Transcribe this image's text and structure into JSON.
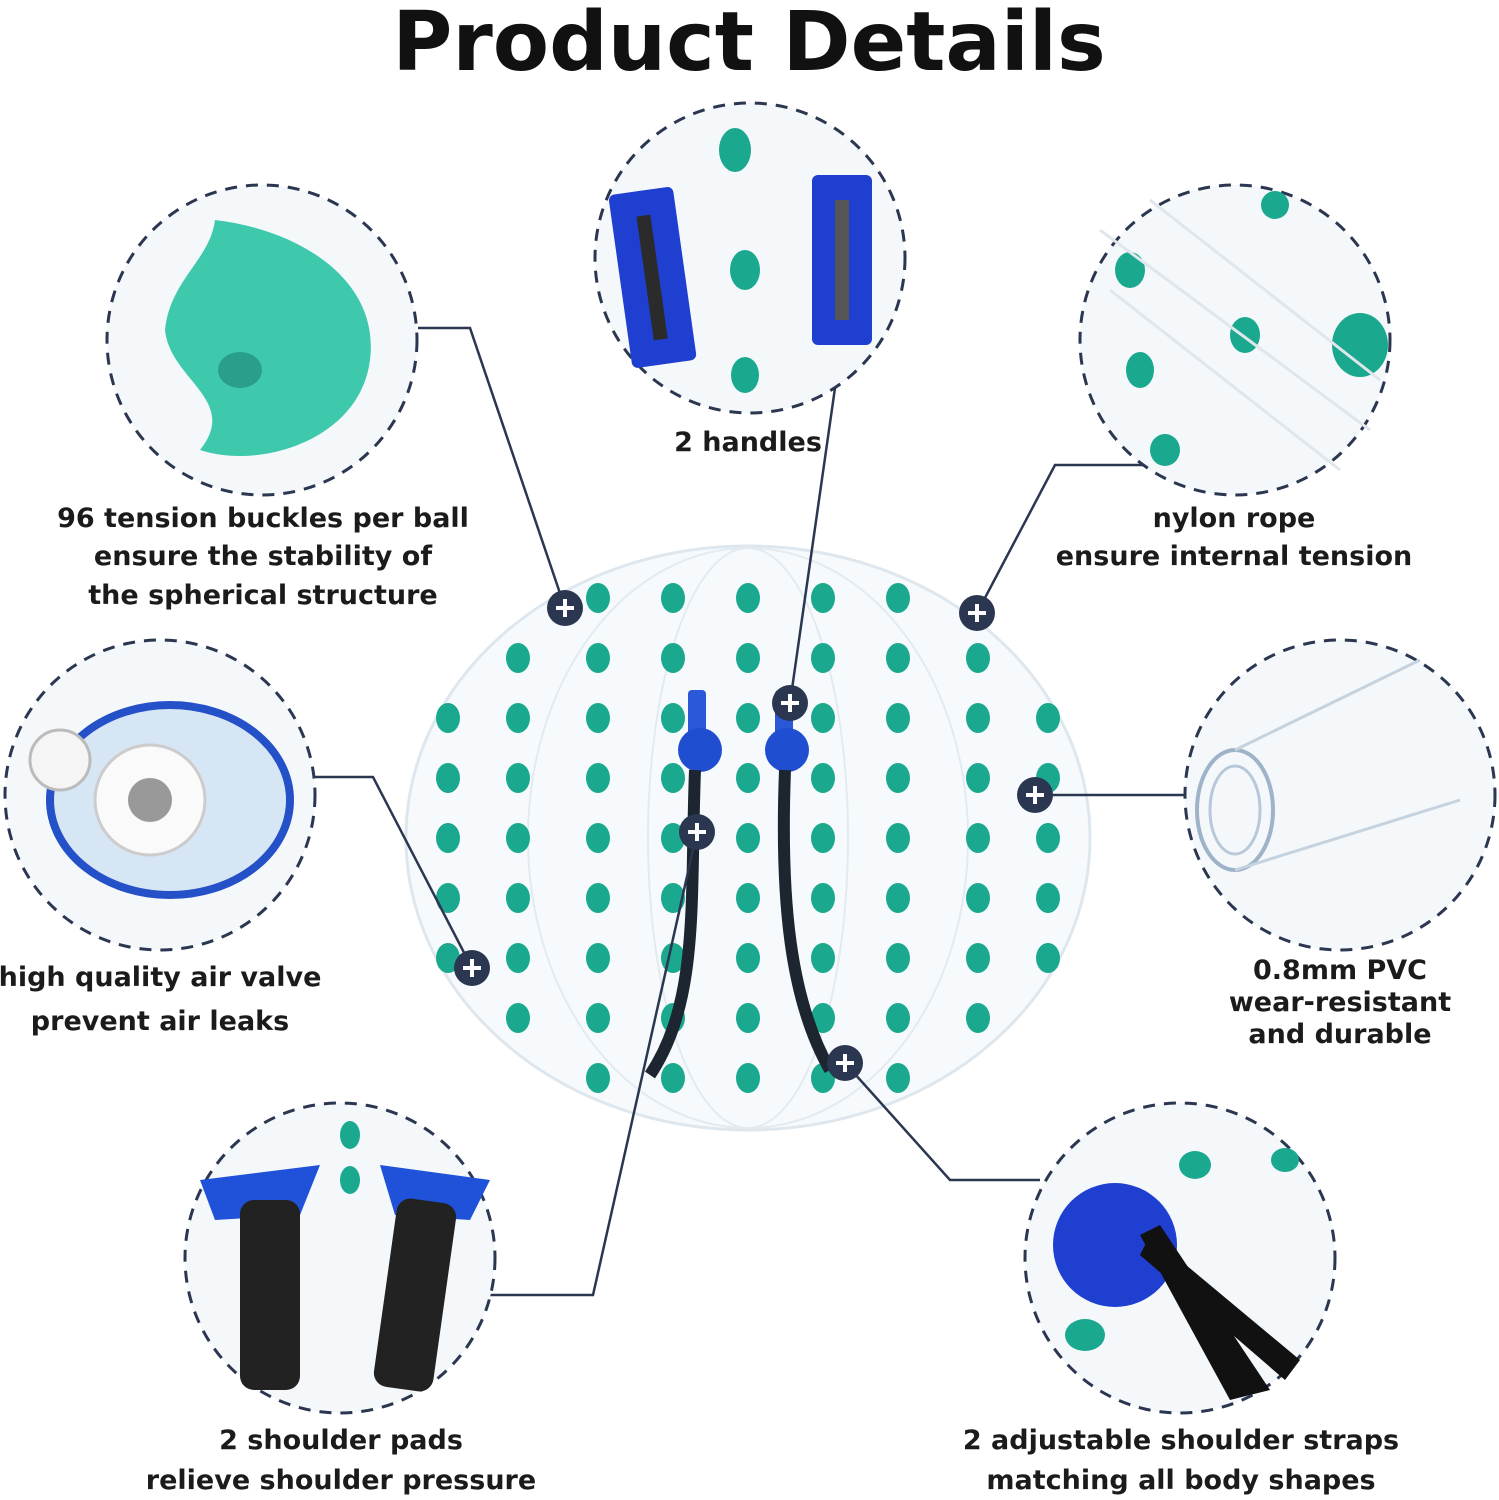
{
  "title": "Product Details",
  "features": [
    {
      "lines": [
        "96 tension buckles per ball",
        "ensure the stability of",
        "the spherical structure"
      ]
    },
    {
      "lines": [
        "2 handles"
      ]
    },
    {
      "lines": [
        "nylon rope",
        "ensure internal tension"
      ]
    },
    {
      "lines": [
        "high quality air valve",
        "prevent air leaks"
      ]
    },
    {
      "lines": [
        "0.8mm PVC",
        "wear-resistant",
        "and durable"
      ]
    },
    {
      "lines": [
        "2 shoulder pads",
        "relieve shoulder pressure"
      ]
    },
    {
      "lines": [
        "2 adjustable shoulder straps",
        "matching all body shapes"
      ]
    }
  ],
  "colors": {
    "accent_teal": "#1aa98f",
    "handle_blue": "#1f3fd0",
    "line_navy": "#2b3650"
  }
}
